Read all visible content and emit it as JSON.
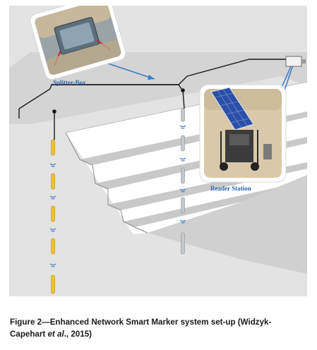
{
  "diagram": {
    "labels": {
      "splitter_box": "Splitter-Box",
      "reader_station": "Reader Station"
    }
  },
  "caption": {
    "part1": "Figure 2—Enhanced Network Smart Marker system set-up (Widzyk-Capehart ",
    "italic": "et al",
    "part2": "., 2015)"
  },
  "colors": {
    "rock_face": "#d6d6d6",
    "bench_top": "#ffffff",
    "marker_yellow": "#f2c232",
    "marker_grey": "#c3c8ce",
    "wifi_blue": "#3a7bc6",
    "label_blue": "#2d63a8",
    "solar_panel": "#2a4fa8"
  }
}
